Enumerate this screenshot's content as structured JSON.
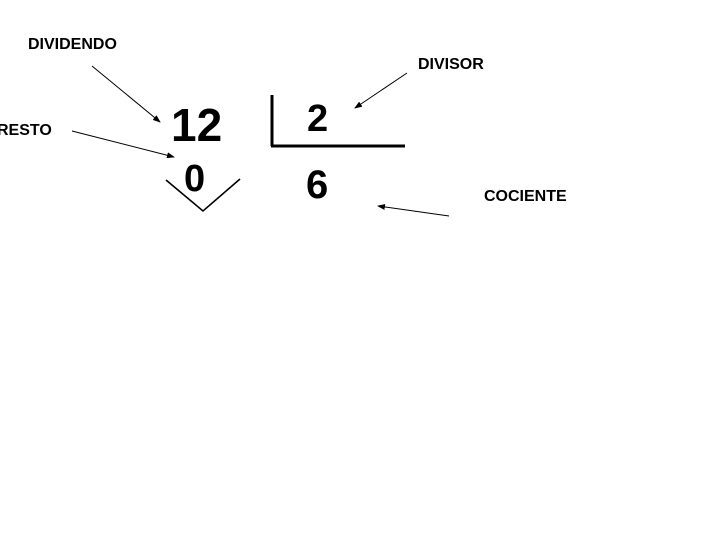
{
  "labels": {
    "dividend": "DIVIDENDO",
    "divisor": "DIVISOR",
    "remainder": "RESTO",
    "quotient": "COCIENTE"
  },
  "numbers": {
    "dividend": "12",
    "divisor": "2",
    "remainder": "0",
    "quotient": "6"
  }
}
